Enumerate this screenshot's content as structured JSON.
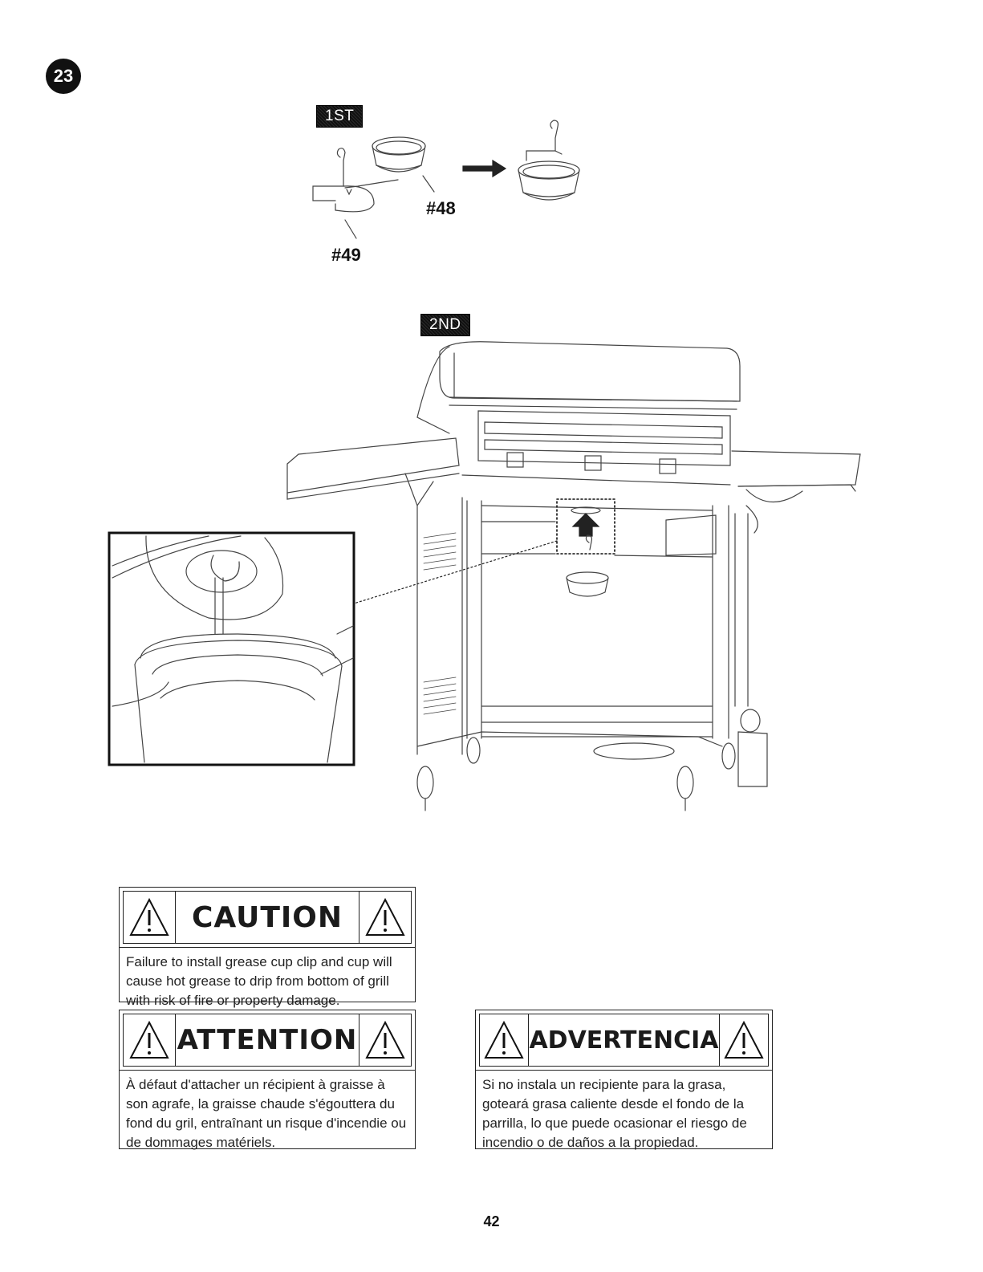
{
  "step": {
    "number": "23"
  },
  "stage_labels": {
    "first": "1ST",
    "second": "2ND"
  },
  "parts": {
    "grease_cup": "#48",
    "grease_cup_clip": "#49"
  },
  "warnings": {
    "caution": {
      "title": "CAUTION",
      "text": "Failure to install grease cup clip and cup will cause hot grease to drip from bottom of grill with risk of fire or property damage."
    },
    "attention": {
      "title": "ATTENTION",
      "text": "À défaut d'attacher un récipient à graisse à son agrafe, la graisse chaude s'égouttera du fond du gril, entraînant un risque d'incendie ou de dommages matériels."
    },
    "advertencia": {
      "title": "ADVERTENCIA",
      "text": "Si no instala un recipiente para la grasa, goteará grasa caliente desde el fondo de la parrilla, lo que puede ocasionar el riesgo de incendio o de daños a la propiedad."
    }
  },
  "page_number": "42",
  "icons": [
    "warning-triangle-icon",
    "arrow-right-icon",
    "arrow-up-icon"
  ],
  "colors": {
    "ink": "#111111",
    "background": "#ffffff"
  }
}
